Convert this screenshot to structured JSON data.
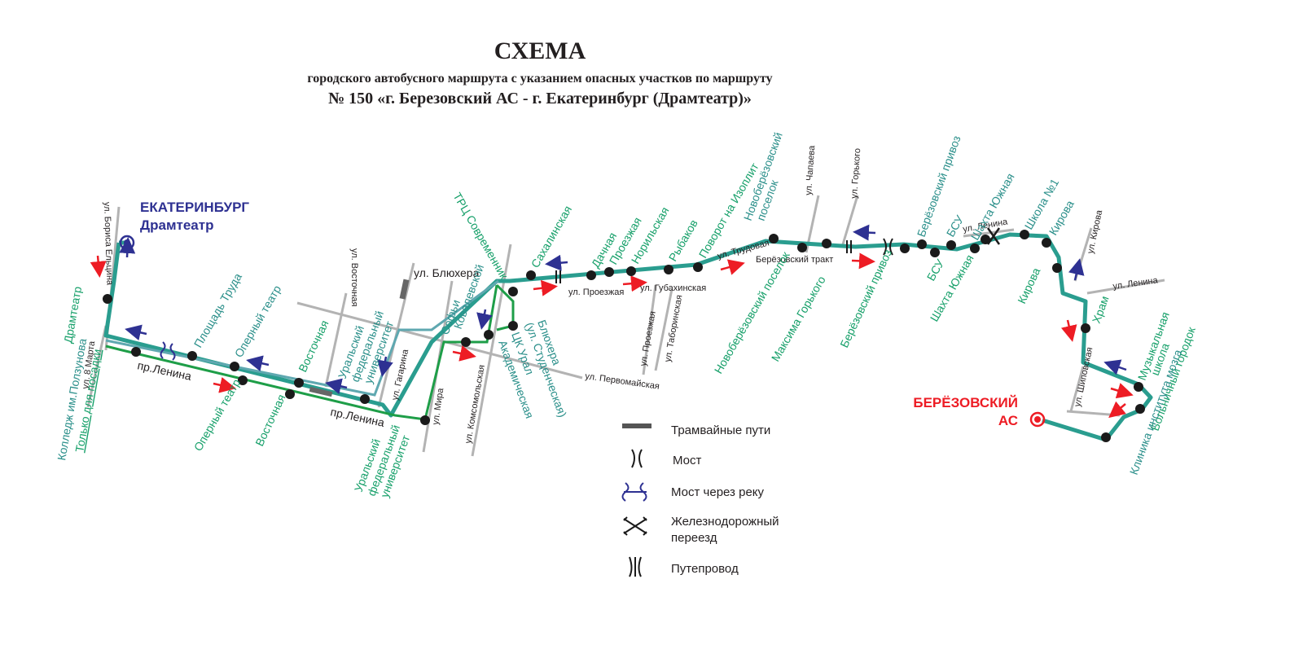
{
  "title": {
    "main": "СХЕМА",
    "line1": "городского автобусного маршрута с указанием опасных участков по маршруту",
    "line2": "№ 150 «г. Березовский АС - г. Екатеринбург (Драмтеатр)»"
  },
  "cities": {
    "ekb_name": "ЕКАТЕРИНБУРГ",
    "ekb_stop": "Драмтеатр",
    "ber_name": "БЕРЁЗОВСКИЙ",
    "ber_stop": "АС"
  },
  "streets": {
    "eltsina": "ул. Бориса Ельцина",
    "march8": "ул. 8 Марта",
    "lenina1": "пр.Ленина",
    "lenina2": "пр.Ленина",
    "vostochnaya": "ул. Восточная",
    "gagarina": "ул. Гагарина",
    "mira": "ул. Мира",
    "komsomolskaya": "ул. Комсомольская",
    "blyukhera": "ул. Блюхера",
    "pervomayskaya": "ул. Первомайская",
    "proezzhaya_h": "ул. Проезжая",
    "proezzhaya_v": "ул. Проезжая",
    "gubakhinskaya": "ул. Губахинская",
    "taborinskaya": "ул. Таборинская",
    "trudovaya": "ул. Трудовая",
    "ber_trakt": "Берёзовский тракт",
    "chapaeva": "ул. Чапаева",
    "gorkogo": "ул. Горького",
    "lenina_ber": "ул. Ленина",
    "kirova": "ул. Кирова",
    "lenina_ber2": "ул. Ленина",
    "shipovskaya": "ул. Шиповская"
  },
  "stops": {
    "dramteatr": "Драмтеатр",
    "kolledzh": "Колледж им.Ползунова",
    "kolledzh_note": "Только для посадки",
    "ploshchad_truda": "Площадь Труда",
    "operny_top": "Оперный театр",
    "operny_bottom": "Оперный театр",
    "vostochnaya_top": "Восточная",
    "vostochnaya_bottom": "Восточная",
    "urfu_top1": "Уральский",
    "urfu_top2": "федеральный",
    "urfu_top3": "университет",
    "urfu_b1": "Уральский",
    "urfu_b2": "федеральный",
    "urfu_b3": "университет",
    "sofya1": "Софьи",
    "sofya2": "Ковалевской",
    "akademicheskaya": "Академическая",
    "trc": "ТРЦ Современник",
    "ck_ural": "ЦК Урал",
    "blyukhera1": "Блюхера",
    "blyukhera2": "(ул. Студенческая)",
    "sakhalinskaya": "Сахалинская",
    "dachnaya": "Дачная",
    "proezzhaya": "Проезжая",
    "norilskaya": "Норильская",
    "rybakov": "Рыбаков",
    "povorot": "Поворот на Изоплит",
    "novober_top1": "Новоберёзовский",
    "novober_top2": "поселок",
    "novober_bottom": "Новоберёзовский поселок",
    "maksima": "Максима Горького",
    "ber_privoz_top": "Берёзовский привоз",
    "ber_privoz_bottom": "Берёзовский привоз",
    "bsu_top": "БСУ",
    "bsu_bottom": "БСУ",
    "shakhta_top": "Шахта Южная",
    "shakhta_bottom": "Шахта Южная",
    "shkola1": "Школа №1",
    "kirova_top": "Кирова",
    "kirova_bottom": "Кирова",
    "khram": "Храм",
    "muz1": "Музыкальная",
    "muz2": "школа",
    "bolnichny": "Больничный городок",
    "klinika": "Клиника института мозга"
  },
  "legend": {
    "tram": "Трамвайные пути",
    "bridge": "Мост",
    "river_bridge": "Мост через реку",
    "rail1": "Железнодорожный",
    "rail2": "переезд",
    "overpass": "Путепровод"
  },
  "colors": {
    "route_main": "#2a9d8f",
    "route_alt": "#1e9e48",
    "arrow_forward": "#ed1c24",
    "arrow_back": "#2e3192",
    "title_ekb": "#2e3192",
    "title_ber": "#ed1c24"
  }
}
